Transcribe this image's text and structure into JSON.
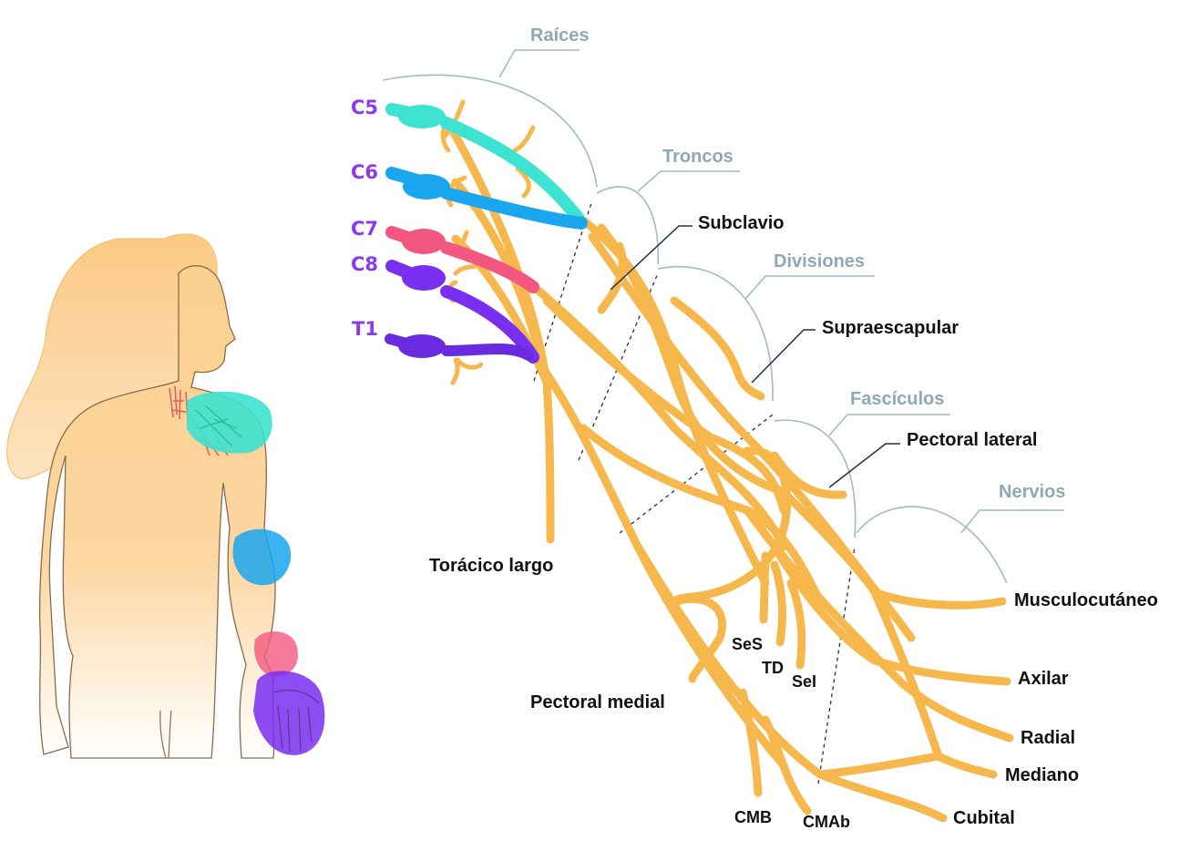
{
  "sections": {
    "roots": "Raíces",
    "trunks": "Troncos",
    "divisions": "Divisiones",
    "cords": "Fascículos",
    "nerves": "Nervios"
  },
  "roots": [
    {
      "label": "C5",
      "color": "#3de2d0"
    },
    {
      "label": "C6",
      "color": "#1aa6ee"
    },
    {
      "label": "C7",
      "color": "#f2577f"
    },
    {
      "label": "C8",
      "color": "#7a2ef0"
    },
    {
      "label": "T1",
      "color": "#6a2ae0"
    }
  ],
  "root_label_color": "#8a3de6",
  "nerve_color": "#f6b84d",
  "branch_labels": {
    "subclavio": "Subclavio",
    "supraescapular": "Supraescapular",
    "pectoral_lateral": "Pectoral lateral",
    "toracico_largo": "Torácico largo",
    "pectoral_medial": "Pectoral medial",
    "ses": "SeS",
    "td": "TD",
    "sei": "SeI",
    "cmb": "CMB",
    "cmab": "CMAb"
  },
  "terminal_nerves": {
    "musculocutaneo": "Musculocutáneo",
    "axilar": "Axilar",
    "radial": "Radial",
    "mediano": "Mediano",
    "cubital": "Cubital"
  },
  "dermatome_colors": [
    "#3de2d0",
    "#1aa6ee",
    "#f2577f",
    "#7a2ef0"
  ]
}
